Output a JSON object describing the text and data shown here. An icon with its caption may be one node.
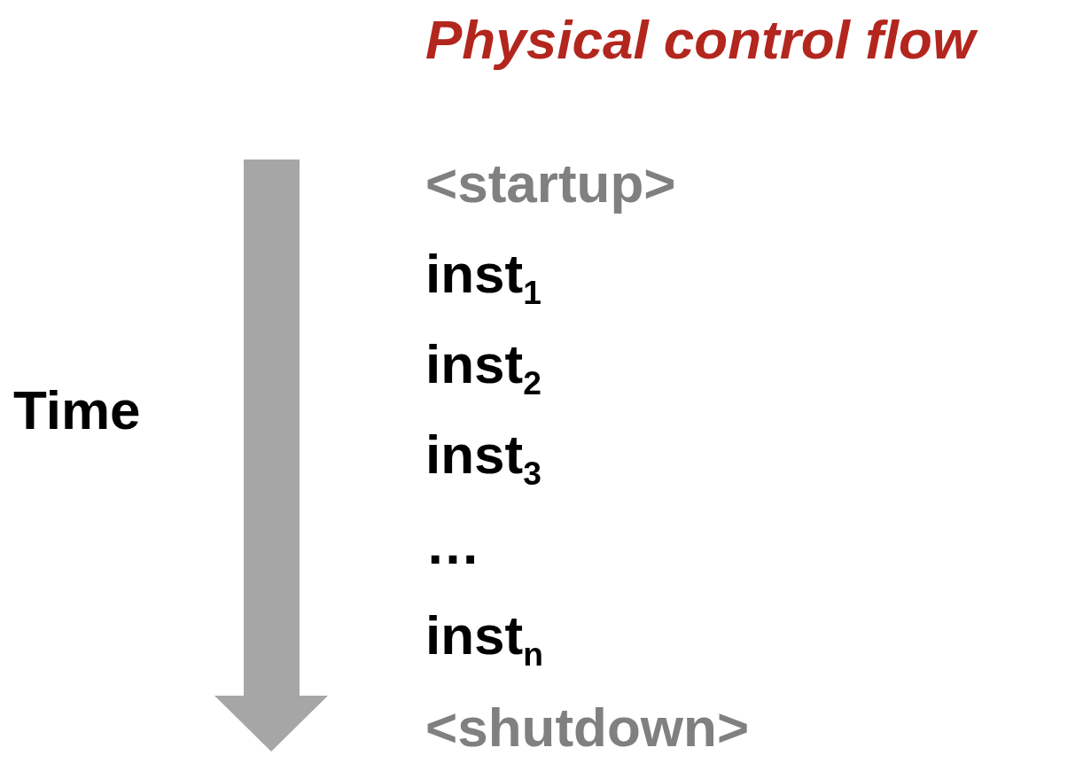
{
  "diagram": {
    "title": "Physical control flow",
    "labels": [
      "Time",
      "<startup>",
      "inst$_{1}$",
      "inst$_{2}$",
      "inst$_{3}$",
      "…",
      "inst$_{n}$",
      "<shutdown>"
    ]
  }
}
